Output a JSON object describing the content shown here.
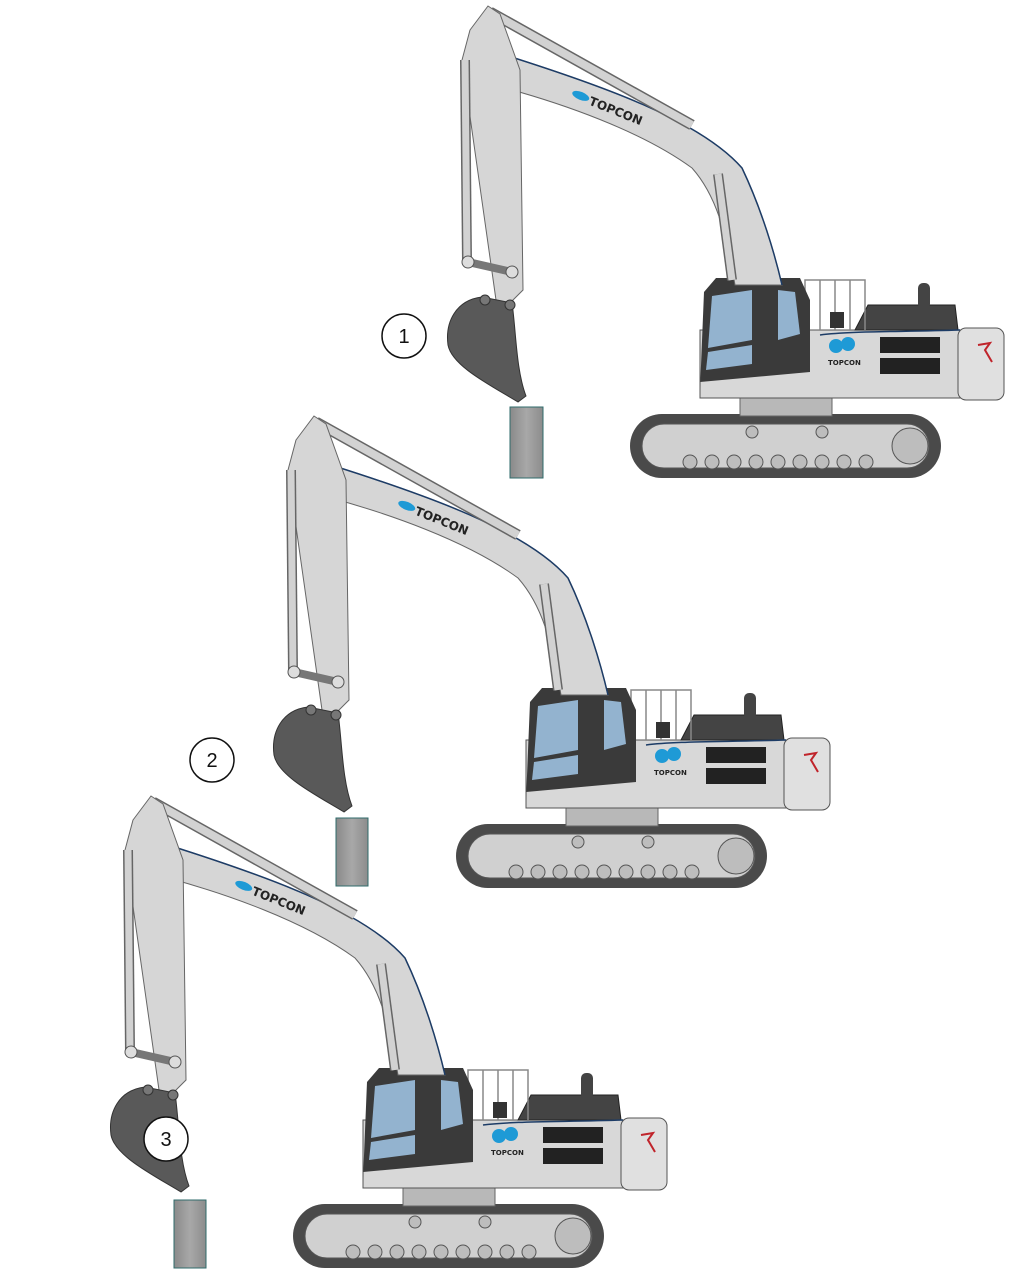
{
  "brand": {
    "name": "TOPCON",
    "color": "#1e9ad6"
  },
  "steps": [
    {
      "label": "1"
    },
    {
      "label": "2"
    },
    {
      "label": "3"
    }
  ],
  "colors": {
    "body": "#d6d6d6",
    "cab": "#3a3a3a",
    "glass": "#93b3cf",
    "bucket": "#595959",
    "track": "#4a4a4a",
    "post": "#9a9a9a",
    "post_edge": "#2f6b6b"
  }
}
